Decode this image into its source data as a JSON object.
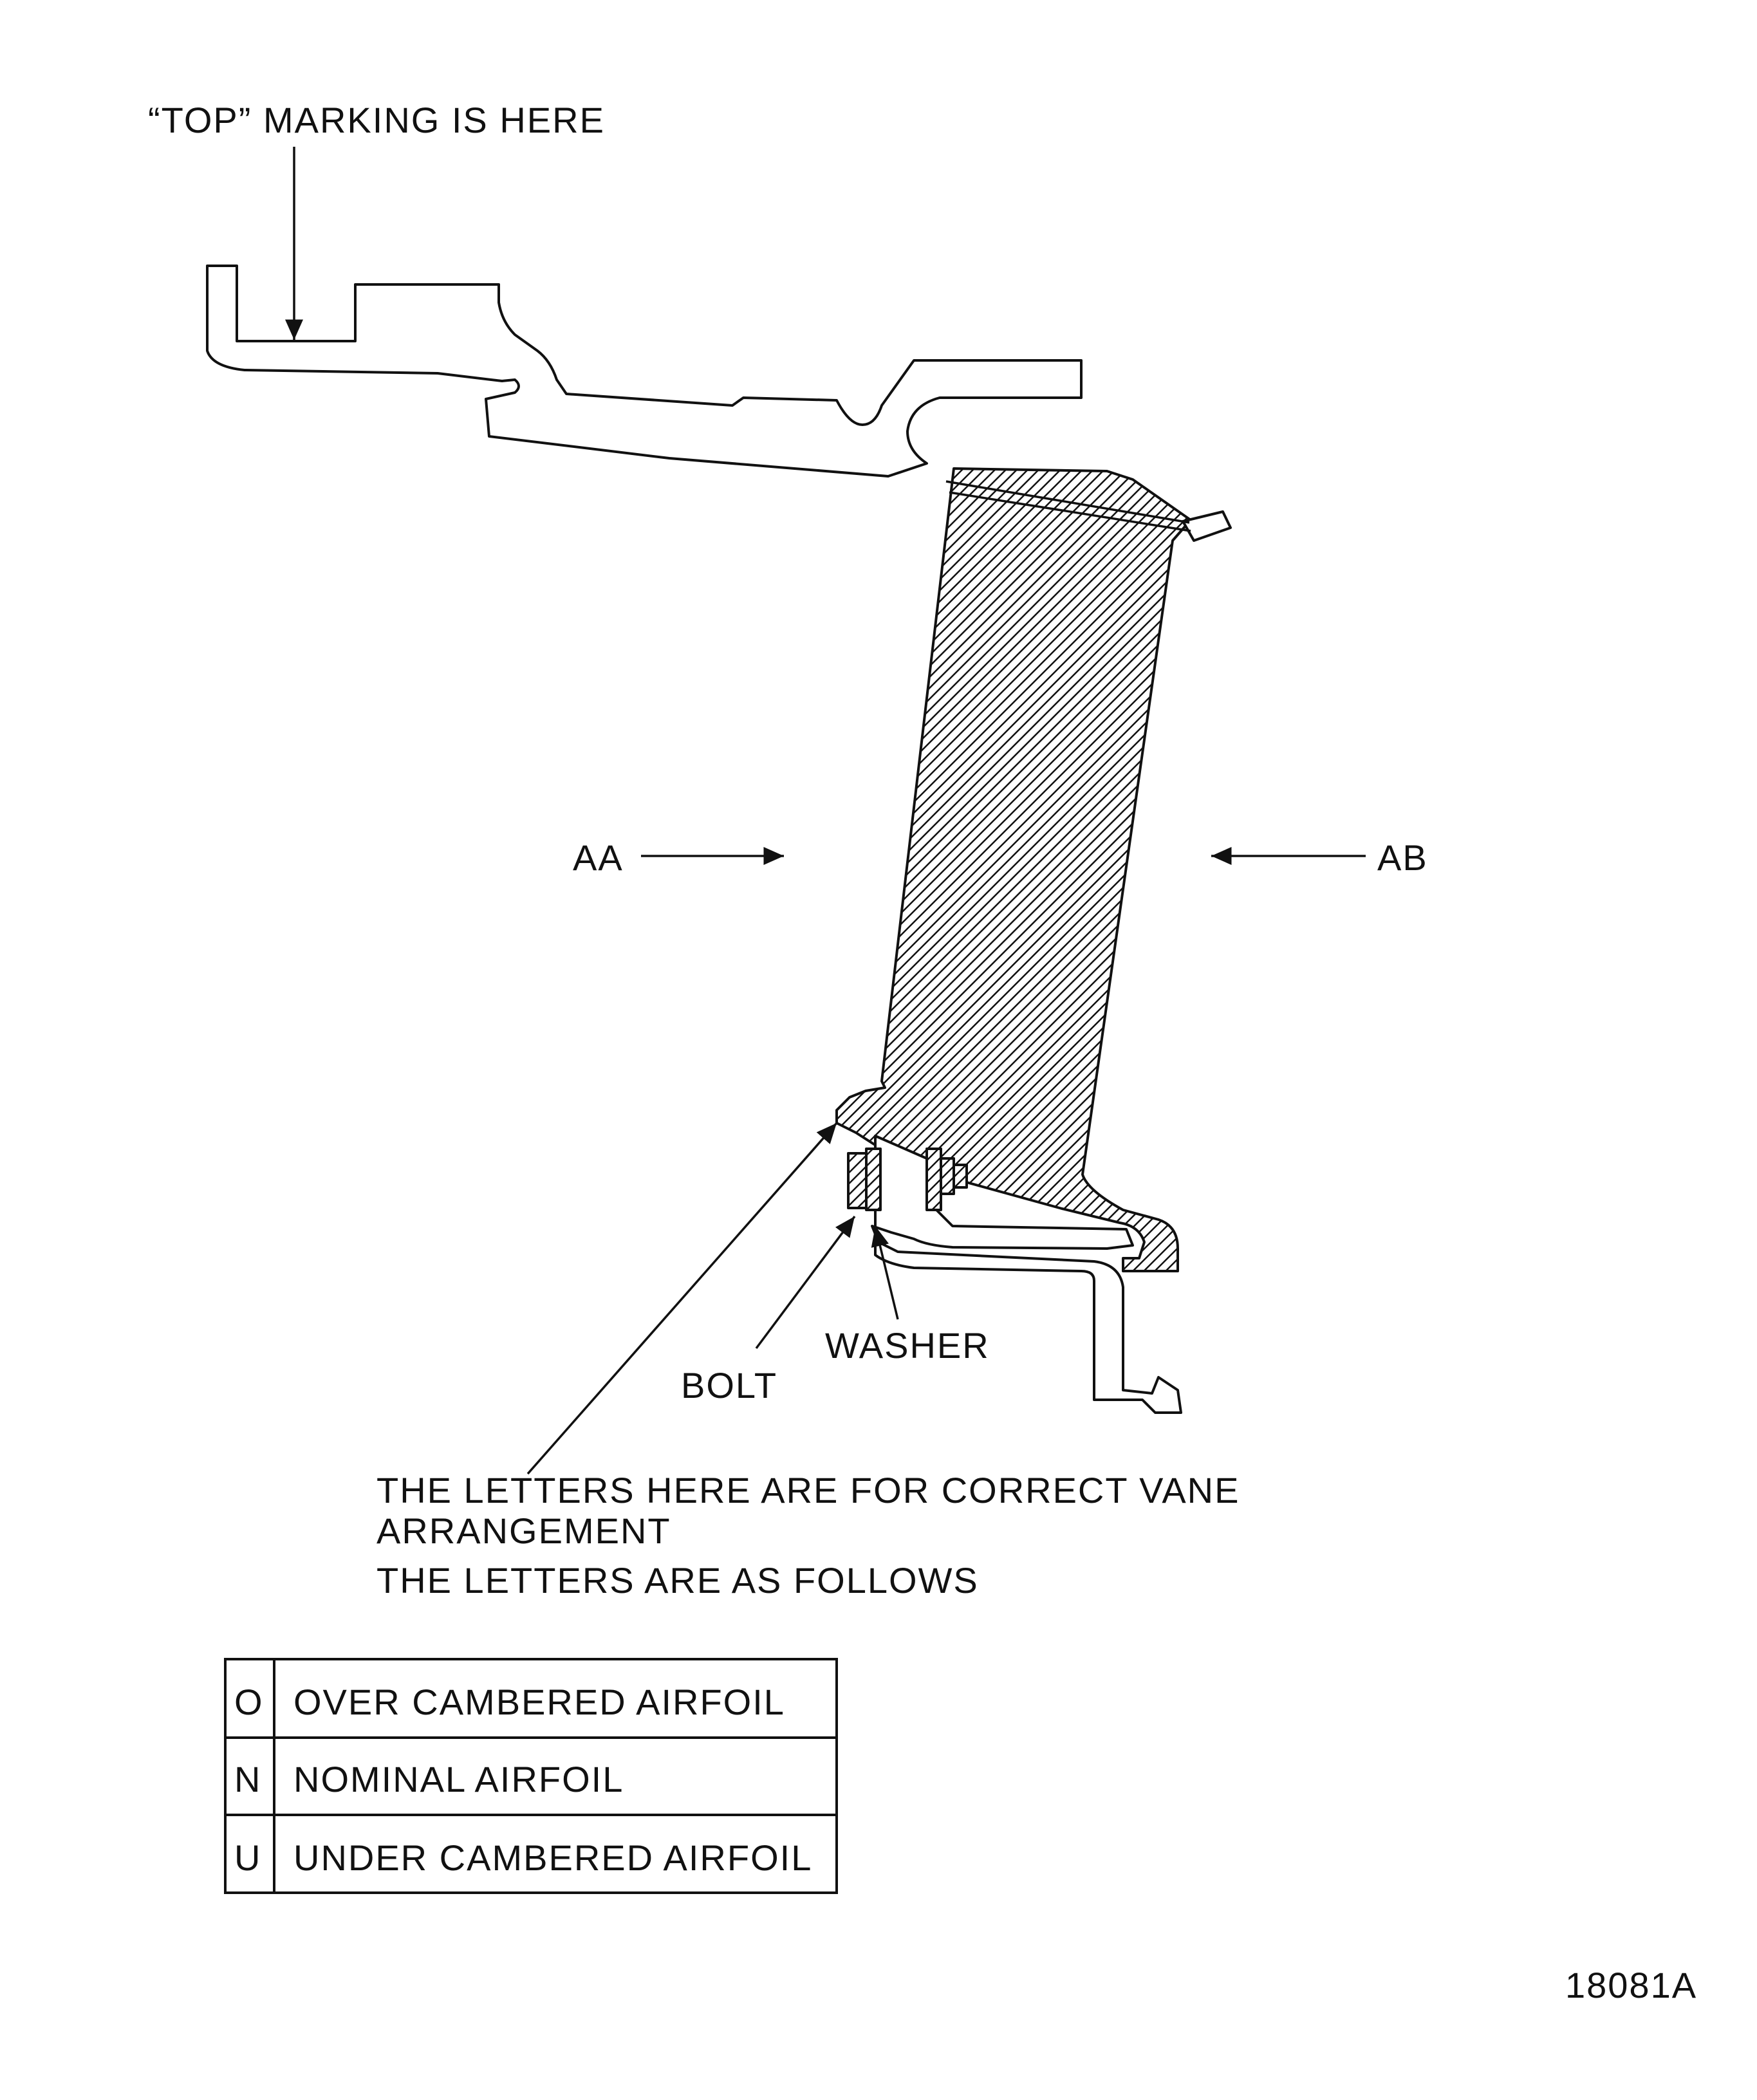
{
  "labels": {
    "top_marking": "“TOP”  MARKING  IS  HERE",
    "view_left": "AA",
    "view_right": "AB",
    "washer": "WASHER",
    "bolt": "BOLT",
    "note_line1": "THE  LETTERS  HERE  ARE  FOR  CORRECT  VANE",
    "note_line2": "ARRANGEMENT",
    "note_line3": "THE  LETTERS  ARE  AS  FOLLOWS",
    "figure_id": "18081A"
  },
  "legend_table": {
    "rows": [
      {
        "code": "O",
        "description": "OVER  CAMBERED  AIRFOIL"
      },
      {
        "code": "N",
        "description": "NOMINAL  AIRFOIL"
      },
      {
        "code": "U",
        "description": "UNDER  CAMBERED  AIRFOIL"
      }
    ]
  }
}
